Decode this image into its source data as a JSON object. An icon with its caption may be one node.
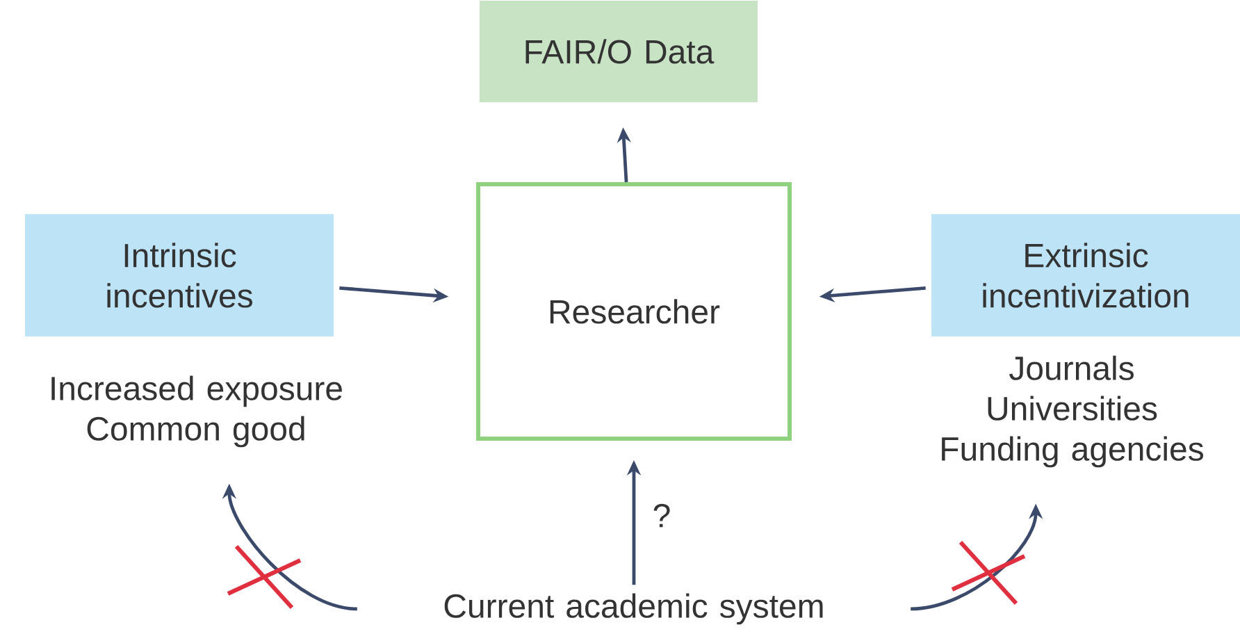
{
  "diagram": {
    "nodes": [
      {
        "text": [
          "FAIR/O Data"
        ]
      },
      {
        "text": [
          "Intrinsic incentives"
        ]
      },
      {
        "text": [
          "Researcher"
        ]
      },
      {
        "text": [
          "Extrinsic incentivization"
        ]
      },
      {
        "text": [
          "Increased exposure Common good"
        ]
      },
      {
        "text": [
          "Journals Universities Funding agencies"
        ]
      },
      {
        "text": [
          "Current academic system"
        ]
      }
    ],
    "edges": [
      {
        "from": 2,
        "to": 0,
        "arrow": "to"
      },
      {
        "from": 1,
        "to": 2,
        "arrow": "to"
      },
      {
        "from": 3,
        "to": 2,
        "arrow": "to"
      },
      {
        "from": 6,
        "to": 2,
        "arrow": "to",
        "label": "?"
      },
      {
        "from": 6,
        "to": 4,
        "arrow": "to"
      },
      {
        "from": 6,
        "to": 5,
        "arrow": "to"
      }
    ]
  }
}
